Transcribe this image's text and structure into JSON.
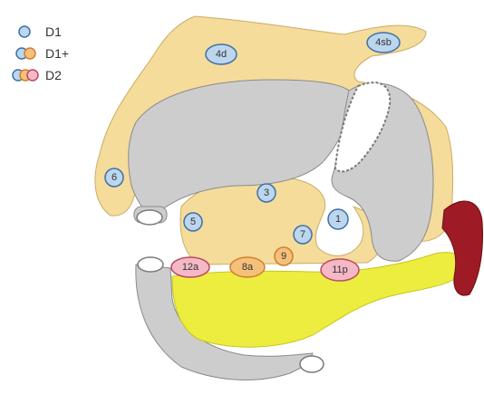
{
  "legend": {
    "items": [
      {
        "label": "D1"
      },
      {
        "label": "D1+"
      },
      {
        "label": "D2"
      }
    ]
  },
  "colors": {
    "d1_fill": "#bcd6ee",
    "d1_stroke": "#3d6fa8",
    "d1plus_fill": "#f5c07a",
    "d1plus_stroke": "#d07f2e",
    "d2_fill": "#f5b8c6",
    "d2_stroke": "#b94a5e",
    "fat": "#f5dc9a",
    "organ": "#cdcdcd",
    "pancreas": "#eded40",
    "spleen": "#9e1a24"
  },
  "nodes": [
    {
      "label": "4d",
      "group": "D1"
    },
    {
      "label": "4sb",
      "group": "D1"
    },
    {
      "label": "6",
      "group": "D1"
    },
    {
      "label": "3",
      "group": "D1"
    },
    {
      "label": "5",
      "group": "D1"
    },
    {
      "label": "1",
      "group": "D1"
    },
    {
      "label": "7",
      "group": "D1"
    },
    {
      "label": "9",
      "group": "D1+"
    },
    {
      "label": "8a",
      "group": "D1+"
    },
    {
      "label": "12a",
      "group": "D2"
    },
    {
      "label": "11p",
      "group": "D2"
    }
  ]
}
